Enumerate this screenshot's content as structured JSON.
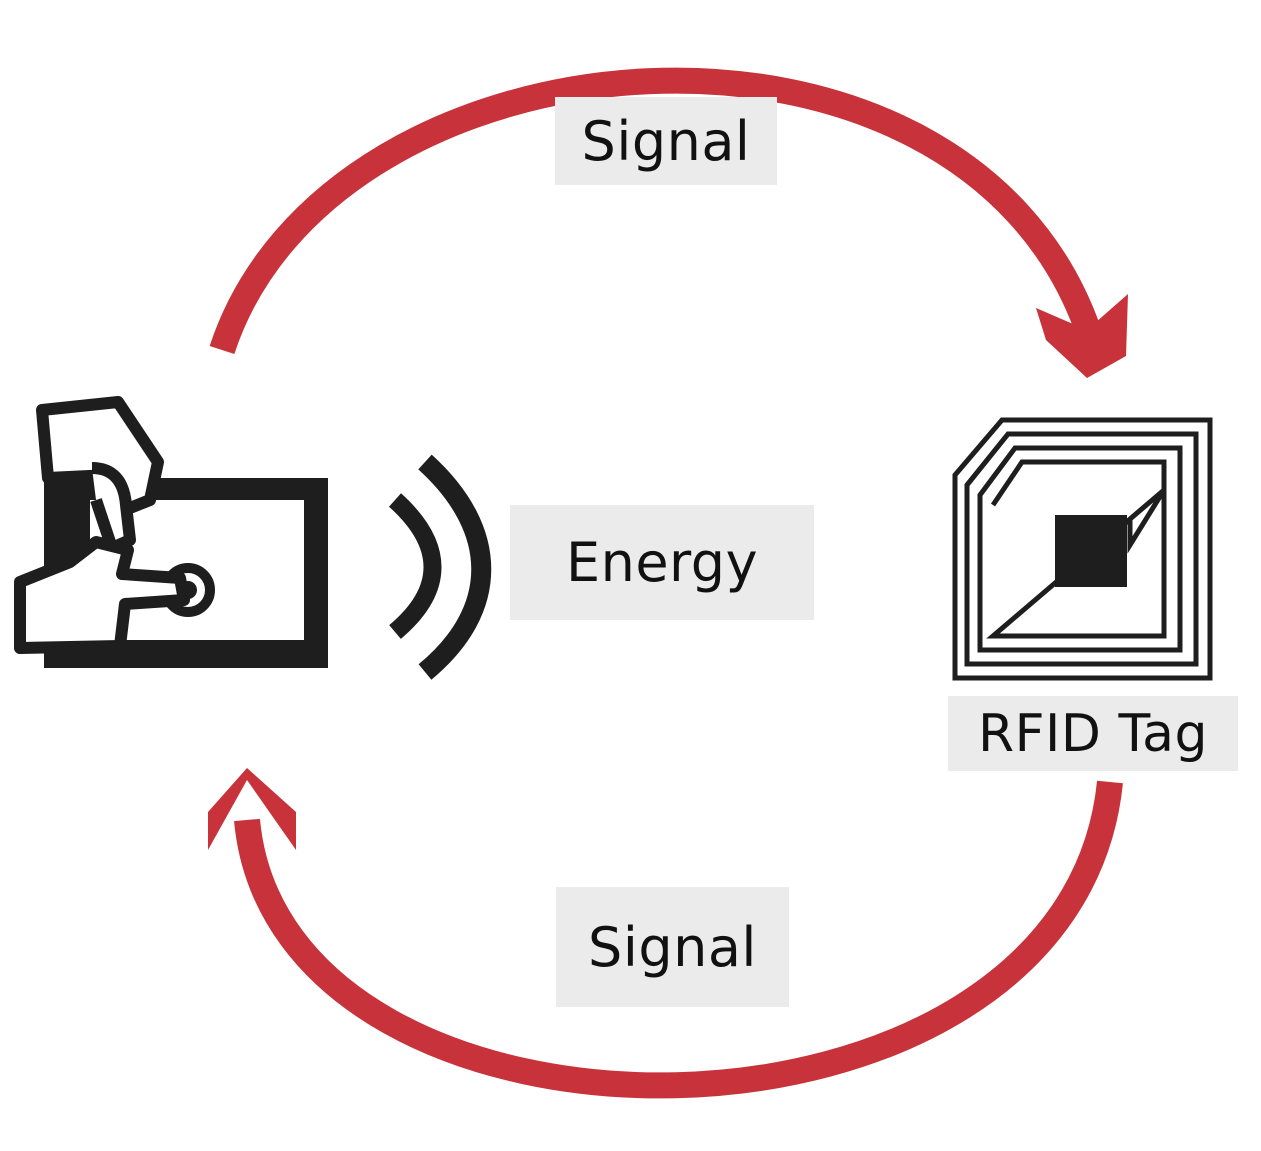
{
  "labels": {
    "signal_top": "Signal",
    "energy": "Energy",
    "rfid_tag": "RFID Tag",
    "signal_bottom": "Signal"
  },
  "icons": {
    "reader": "rfid-reader-hand-icon",
    "waves": "radio-waves-icon",
    "tag": "rfid-tag-chip-icon"
  },
  "colors": {
    "arrow": "#c8323a",
    "icon": "#1e1e1e",
    "label_bg": "#ebebeb"
  }
}
